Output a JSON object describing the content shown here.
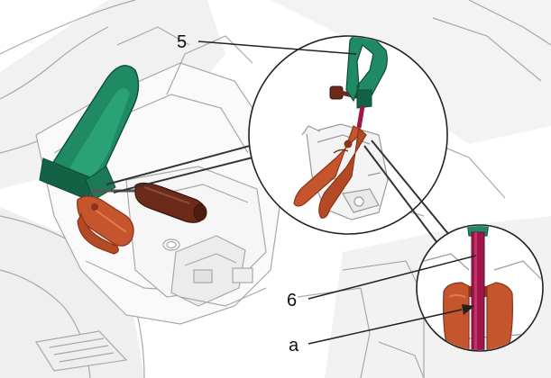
{
  "callouts": {
    "five": "5",
    "six": "6",
    "a": "a"
  },
  "colors": {
    "background": "#ffffff",
    "line_art": "#9a9a9a",
    "shadow": "#e6e6e6",
    "strap_green": "#1f8a63",
    "strap_green_dark": "#136246",
    "tool_orange": "#c5552d",
    "tool_orange_dark": "#8c341a",
    "handle_brown": "#6b2a1a",
    "rod_magenta": "#a0154a",
    "leader": "#222222"
  },
  "icons": {
    "strap": "green-strap-icon",
    "pliers": "pliers-icon",
    "screwdriver": "screwdriver-icon",
    "rod": "pin-rod-icon"
  }
}
